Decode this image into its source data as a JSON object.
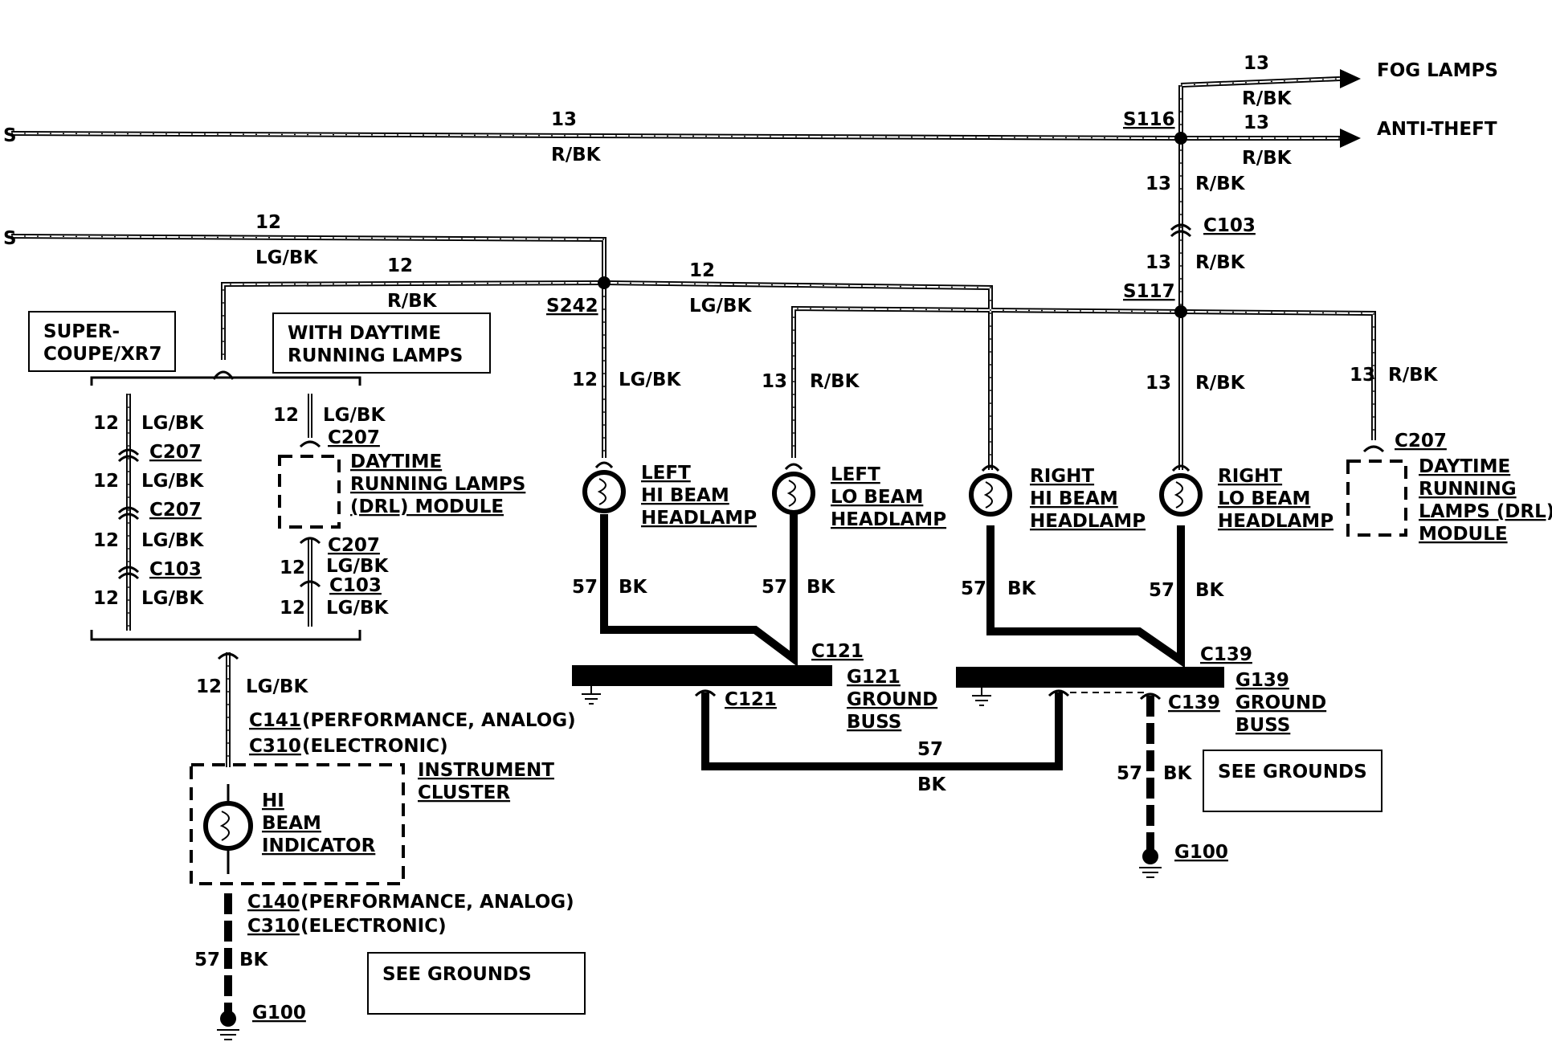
{
  "top_wires": {
    "fog_lamps": {
      "gauge": "13",
      "color": "R/BK",
      "dest": "FOG LAMPS"
    },
    "anti_theft": {
      "gauge": "13",
      "color": "R/BK",
      "dest": "ANTI-THEFT"
    },
    "main_13": {
      "gauge": "13",
      "color": "R/BK"
    },
    "main_12": {
      "gauge": "12",
      "color": "LG/BK"
    },
    "drl_12": {
      "gauge": "12",
      "color": "R/BK"
    },
    "mid_12": {
      "gauge": "12",
      "color": "LG/BK"
    }
  },
  "splices": {
    "s116": "S116",
    "s242": "S242",
    "s117": "S117"
  },
  "riser": [
    {
      "gauge": "13",
      "color": "R/BK"
    },
    {
      "connector": "C103"
    },
    {
      "gauge": "13",
      "color": "R/BK"
    }
  ],
  "labels_boxes": {
    "super_coupe": [
      "SUPER-",
      "COUPE/XR7"
    ],
    "with_drl": [
      "WITH DAYTIME",
      "RUNNING LAMPS"
    ],
    "see_grounds_1": "SEE GROUNDS",
    "see_grounds_2": "SEE GROUNDS"
  },
  "left_branch": {
    "w1": {
      "gauge": "12",
      "color": "LG/BK"
    },
    "c1": "C207",
    "w2": {
      "gauge": "12",
      "color": "LG/BK"
    },
    "c2": "C207",
    "w3": {
      "gauge": "12",
      "color": "LG/BK"
    },
    "c3": "C103",
    "w4": {
      "gauge": "12",
      "color": "LG/BK"
    }
  },
  "drl_branch": {
    "w1": {
      "gauge": "12",
      "color": "LG/BK"
    },
    "c1": "C207",
    "module": [
      "DAYTIME",
      "RUNNING LAMPS",
      "(DRL)  MODULE"
    ],
    "c2": "C207",
    "w2": {
      "gauge": "12",
      "color": "LG/BK"
    },
    "c3": "C103",
    "w3": {
      "gauge": "12",
      "color": "LG/BK"
    }
  },
  "cluster": {
    "feed": {
      "gauge": "12",
      "color": "LG/BK"
    },
    "c141": "C141",
    "c141_note": "(PERFORMANCE,  ANALOG)",
    "c310a": "C310",
    "c310a_note": "(ELECTRONIC)",
    "title": [
      "INSTRUMENT",
      "CLUSTER"
    ],
    "indicator": [
      "HI",
      "BEAM",
      "INDICATOR"
    ],
    "c140": "C140",
    "c140_note": "(PERFORMANCE,  ANALOG)",
    "c310b": "C310",
    "c310b_note": "(ELECTRONIC)",
    "ground_wire": {
      "gauge": "57",
      "color": "BK"
    },
    "ground": "G100"
  },
  "headlamps": [
    {
      "name": [
        "LEFT",
        "HI BEAM",
        "HEADLAMP"
      ],
      "gauge": "12",
      "color": "LG/BK",
      "gnd_gauge": "57",
      "gnd_color": "BK"
    },
    {
      "name": [
        "LEFT",
        "LO BEAM",
        "HEADLAMP"
      ],
      "gauge": "13",
      "color": "R/BK",
      "gnd_gauge": "57",
      "gnd_color": "BK"
    },
    {
      "name": [
        "RIGHT",
        "HI BEAM",
        "HEADLAMP"
      ],
      "gauge": "",
      "color": "",
      "gnd_gauge": "57",
      "gnd_color": "BK"
    },
    {
      "name": [
        "RIGHT",
        "LO BEAM",
        "HEADLAMP"
      ],
      "gauge": "13",
      "color": "R/BK",
      "gnd_gauge": "57",
      "gnd_color": "BK"
    }
  ],
  "right_drl": {
    "wire": {
      "gauge": "13",
      "color": "R/BK"
    },
    "connector": "C207",
    "module": [
      "DAYTIME",
      "RUNNING",
      "LAMPS (DRL)",
      "MODULE"
    ]
  },
  "grounds": {
    "g121_conn": "C121",
    "g121": [
      "G121",
      "GROUND",
      "BUSS"
    ],
    "g121_lower_conn": "C121",
    "g139_conn": "C139",
    "g139": [
      "G139",
      "GROUND",
      "BUSS"
    ],
    "g139_lower_conn": "C139",
    "bridge": {
      "gauge": "57",
      "color": "BK"
    },
    "right_ground_wire": {
      "gauge": "57",
      "color": "BK"
    },
    "right_ground": "G100"
  }
}
